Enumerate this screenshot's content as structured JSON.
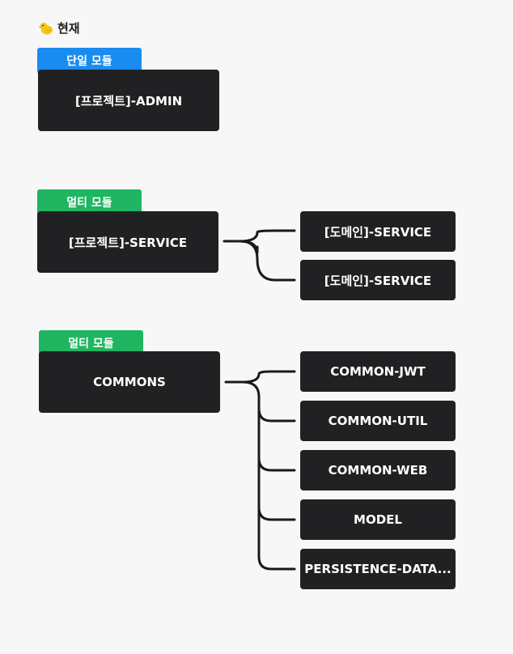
{
  "heading": {
    "emoji_icon": "chick-icon",
    "title": "현재"
  },
  "groups": [
    {
      "tag": "단일 모듈",
      "tag_color": "#1a8cf0",
      "main": "[프로젝트]-ADMIN",
      "children": []
    },
    {
      "tag": "멀티 모듈",
      "tag_color": "#1fb561",
      "main": "[프로젝트]-SERVICE",
      "children": [
        "[도메인]-SERVICE",
        "[도메인]-SERVICE"
      ]
    },
    {
      "tag": "멀티 모듈",
      "tag_color": "#1fb561",
      "main": "COMMONS",
      "children": [
        "COMMON-JWT",
        "COMMON-UTIL",
        "COMMON-WEB",
        "MODEL",
        "PERSISTENCE-DATA..."
      ]
    }
  ]
}
